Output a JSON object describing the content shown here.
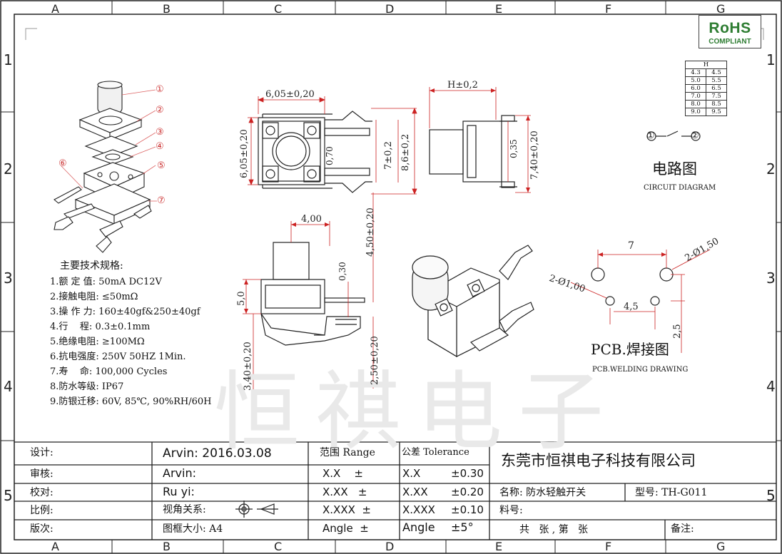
{
  "border_zones": {
    "columns": [
      "A",
      "B",
      "C",
      "D",
      "E",
      "F",
      "G"
    ],
    "rows": [
      "1",
      "2",
      "3",
      "4",
      "5"
    ]
  },
  "rohs": {
    "line1": "RoHS",
    "line2": "COMPLIANT"
  },
  "h_table": {
    "header": "H",
    "rows": [
      [
        "4.3",
        "4.5"
      ],
      [
        "5.0",
        "5.5"
      ],
      [
        "6.0",
        "6.5"
      ],
      [
        "7.0",
        "7.5"
      ],
      [
        "8.0",
        "8.5"
      ],
      [
        "9.0",
        "9.5"
      ]
    ]
  },
  "callouts": [
    "①",
    "②",
    "③",
    "④",
    "⑤",
    "⑥",
    "⑦"
  ],
  "dimensions": {
    "top_width": "6,05±0,20",
    "top_height": "6,05±0,20",
    "inner_070": "0,70",
    "h7": "7±0,2",
    "h86": "8,6±0,2",
    "side_h": "H±0,2",
    "side_035": "0,35",
    "side_740": "7,40±0,20",
    "front_400": "4,00",
    "front_450": "4,50±0,20",
    "front_030": "0,30",
    "front_50": "5,0",
    "front_340": "3,40±0,20",
    "front_250": "2,50±0,20",
    "pcb_7": "7",
    "pcb_hole_big": "2-Ø1,50",
    "pcb_hole_small": "2-Ø1,00",
    "pcb_45": "4,5",
    "pcb_25": "2,5"
  },
  "circuit": {
    "node1": "①",
    "node2": "②",
    "title": "电路图",
    "subtitle": "CIRCUIT DIAGRAM"
  },
  "pcb": {
    "title": "PCB.焊接图",
    "subtitle": "PCB.WELDING DRAWING"
  },
  "specs": {
    "title": "主要技术规格:",
    "lines": [
      "1.额 定 值: 50mA DC12V",
      "2.接触电阻: ≤50mΩ",
      "3.操 作 力: 160±40gf&250±40gf",
      "4.行    程: 0.3±0.1mm",
      "5.绝缘电阻: ≥100MΩ",
      "6.抗电强度: 250V 50HZ 1Min.",
      "7.寿    命: 100,000 Cycles",
      "8.防水等级: IP67",
      "9.防银迁移: 60V, 85℃, 90%RH/60H"
    ]
  },
  "watermark": "恒祺电子",
  "title_block": {
    "design_label": "设计:",
    "design_value": "Arvin: 2016.03.08",
    "check_label": "审核:",
    "check_value": "Arvin:",
    "proof_label": "校对:",
    "proof_value": "Ru yi:",
    "scale_label": "比例:",
    "view_label": "视角关系:",
    "version_label": "版次:",
    "frame_label": "图框大小: A4",
    "range_header": "范围 Range",
    "tol_header": "公差 Tolerance",
    "range_rows": [
      "X.X    ±",
      "X.XX   ±",
      "X.XXX  ±",
      "Angle  ±"
    ],
    "tol_rows": [
      {
        "k": "X.X",
        "v": "±0.30"
      },
      {
        "k": "X.XX",
        "v": "±0.20"
      },
      {
        "k": "X.XXX",
        "v": "±0.10"
      },
      {
        "k": "Angle",
        "v": "±5°"
      }
    ],
    "company": "东莞市恒祺电子科技有限公司",
    "name_value": "名称: 防水轻触开关",
    "model_value": "型号: TH-G011",
    "part_label": "料号:",
    "sheets": "共   张 , 第   张",
    "remark_label": "备注:"
  }
}
